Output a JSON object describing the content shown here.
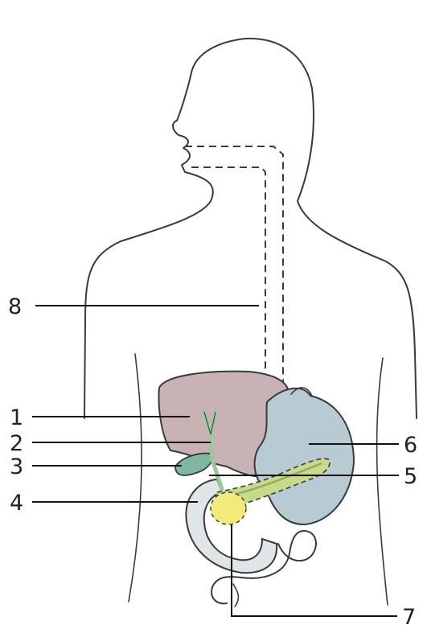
{
  "labels": {
    "l1": "1",
    "l2": "2",
    "l3": "3",
    "l4": "4",
    "l5": "5",
    "l6": "6",
    "l7": "7",
    "l8": "8"
  },
  "colors": {
    "liver": "#c9b2b4",
    "stomach": "#b8cbd3",
    "gallbladder": "#7fb8a0",
    "pancreas": "#c9d98a",
    "duodenum_yellow": "#f2ea7a",
    "bile_duct": "#9cc79a",
    "skin_outline": "#3a3a3a"
  }
}
